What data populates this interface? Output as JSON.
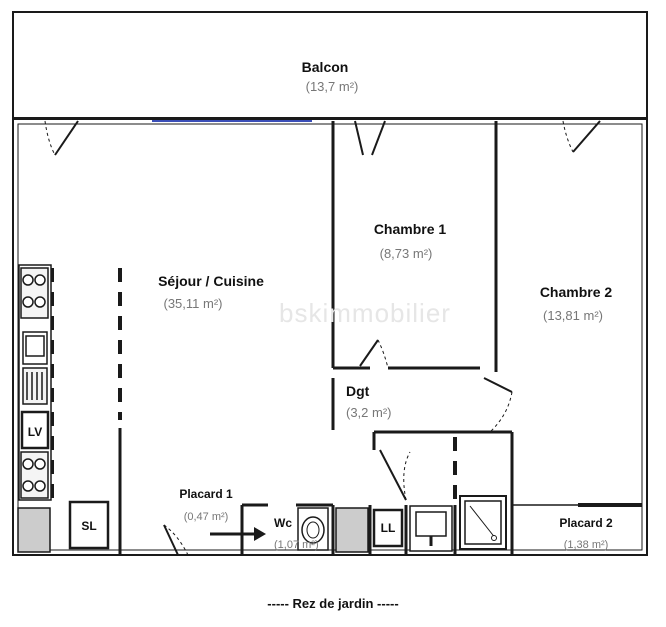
{
  "rooms": {
    "balcon": {
      "name": "Balcon",
      "area": "(13,7 m²)"
    },
    "sejour": {
      "name": "Séjour / Cuisine",
      "area": "(35,11 m²)"
    },
    "chambre1": {
      "name": "Chambre 1",
      "area": "(8,73 m²)"
    },
    "chambre2": {
      "name": "Chambre 2",
      "area": "(13,81 m²)"
    },
    "dgt": {
      "name": "Dgt",
      "area": "(3,2 m²)"
    },
    "placard1": {
      "name": "Placard 1",
      "area": "(0,47 m²)"
    },
    "placard2": {
      "name": "Placard 2",
      "area": "(1,38 m²)"
    },
    "wc": {
      "name": "Wc",
      "area": "(1,07 m²)"
    }
  },
  "fixtures": {
    "lv": "LV",
    "sl": "SL",
    "ll": "LL"
  },
  "watermark": "bskimmobilier",
  "level": "----- Rez de jardin -----",
  "colors": {
    "wall": "#1a1a1a",
    "window": "#3b4fb8",
    "fixture_fill": "#cccccc",
    "area_text": "#777777"
  }
}
